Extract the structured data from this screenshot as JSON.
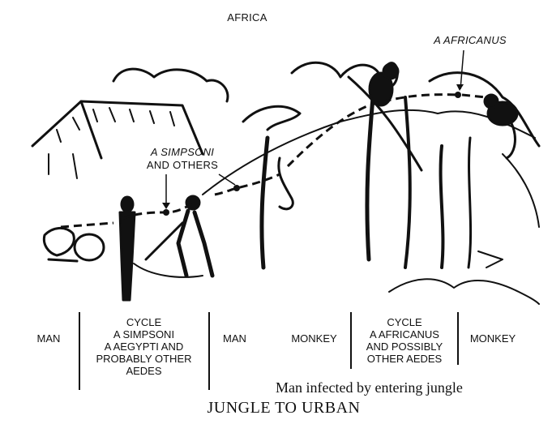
{
  "region": "AFRICA",
  "labels": {
    "vector_top": "A  AFRICANUS",
    "vector_mid_line1": "A  SIMPSONI",
    "vector_mid_line2": "AND OTHERS"
  },
  "table": {
    "col1": "MAN",
    "col2": [
      "CYCLE",
      "A  SIMPSONI",
      "A  AEGYPTI AND",
      "PROBABLY OTHER",
      "AEDES"
    ],
    "col3": "MAN",
    "col4": "MONKEY",
    "col5": [
      "CYCLE",
      "A  AFRICANUS",
      "AND POSSIBLY",
      "OTHER AEDES"
    ],
    "col6": "MONKEY"
  },
  "caption": "Man infected by entering jungle",
  "title": "JUNGLE TO URBAN"
}
